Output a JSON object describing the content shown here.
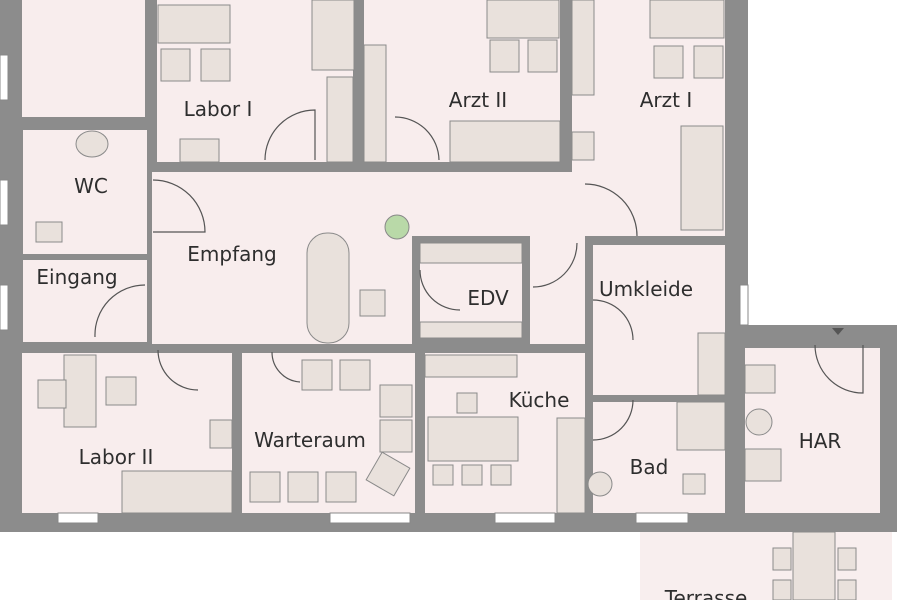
{
  "plan": {
    "rooms": {
      "labor1": "Labor I",
      "arzt2": "Arzt II",
      "arzt1": "Arzt I",
      "wc": "WC",
      "empfang": "Empfang",
      "eingang": "Eingang",
      "edv": "EDV",
      "umkleide": "Umkleide",
      "labor2": "Labor II",
      "warteraum": "Warteraum",
      "kueche": "Küche",
      "bad": "Bad",
      "har": "HAR",
      "terrasse": "Terrasse"
    },
    "colors": {
      "wall": "#8c8c8c",
      "floor": "#f8eded",
      "plant": "#b9d9a8"
    }
  }
}
